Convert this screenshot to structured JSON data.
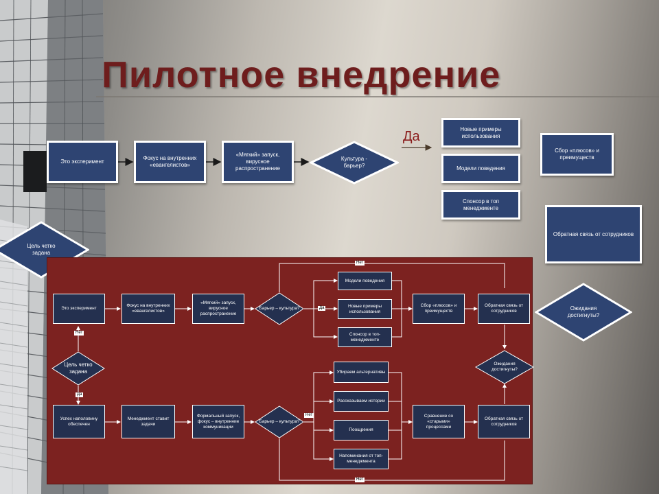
{
  "slide": {
    "title": "Пилотное внедрение",
    "yes_label": "Да",
    "colors": {
      "title": "#6e1d1d",
      "box_fill": "#2e4472",
      "flow_bg": "#7c2220",
      "flow_box": "#24304f"
    }
  },
  "top_flow": {
    "step1": "Это эксперимент",
    "step2": "Фокус на внутренних «евангелистов»",
    "step3": "«Мягкий» запуск, вирусное распространение",
    "decision": "Культура - барьер?",
    "goal": "Цель четко задана"
  },
  "right_column": {
    "examples": "Новые примеры использования",
    "behavior": "Модели поведения",
    "sponsor": "Спонсор в топ менеджменте",
    "pluses": "Сбор «плюсов» и преимуществ",
    "feedback": "Обратная связь от сотрудников",
    "expectations": "Ожидания достигнуты?"
  },
  "flowchart": {
    "experiment": "Это эксперимент",
    "focus": "Фокус на внутренних «евангелистов»",
    "soft_launch": "«Мягкий» запуск, вирусное распространение",
    "barrier_top": "Барьер – культура?",
    "behavior": "Модели поведения",
    "examples": "Новые примеры использования",
    "sponsor": "Спонсор в топ-менеджменте",
    "pluses": "Сбор «плюсов» и преимуществ",
    "feedback_top": "Обратная связь от сотрудников",
    "goal": "Цель четко задана",
    "expectations": "Ожидания достигнуты?",
    "half_success": "Успех наполовину обеспечен",
    "management": "Менеджмент ставит задачи",
    "formal_launch": "Формальный запуск, фокус – внутренние коммуникации",
    "barrier_bottom": "Барьер – культура?",
    "remove_alt": "Убираем альтернативы",
    "tell_stories": "Рассказываем истории",
    "rewards": "Поощрения",
    "reminders": "Напоминания от топ-менеджмента",
    "compare": "Сравнение со «старыми» процессами",
    "feedback_bottom": "Обратная связь от сотрудников",
    "tag_no_top": "Нет",
    "tag_yes_top": "Да",
    "tag_no_left": "Нет",
    "tag_yes_left": "Да",
    "tag_no_right": "Нет",
    "tag_no_bottom": "Нет"
  }
}
